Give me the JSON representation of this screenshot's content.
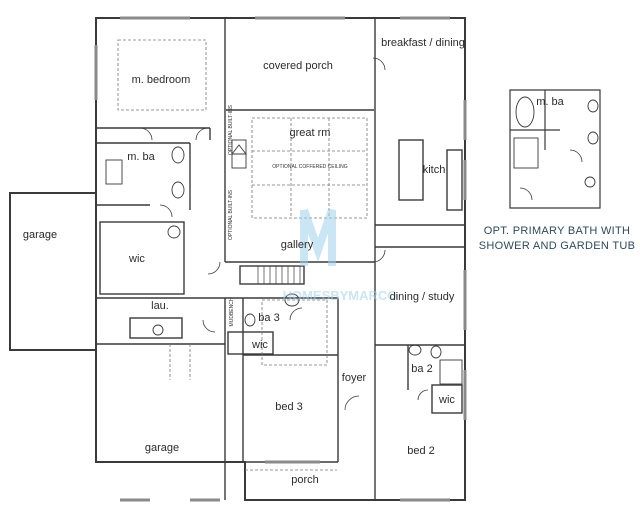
{
  "rooms": {
    "m_bedroom": "m. bedroom",
    "covered_porch": "covered porch",
    "breakfast_dining": "breakfast / dining",
    "great_rm": "great rm",
    "optional_coffered_ceiling": "OPTIONAL COFFERED CEILING",
    "optional_built_ins": "OPTIONAL BUILT-INS",
    "kitch": "kitch",
    "m_ba": "m. ba",
    "garage_side": "garage",
    "wic_master": "wic",
    "gallery": "gallery",
    "lau": "lau.",
    "mudbench": "MUDBENCH",
    "ba_3": "ba 3",
    "wic_bed3": "wic",
    "dining_study": "dining / study",
    "foyer": "foyer",
    "ba_2": "ba 2",
    "wic_bed2": "wic",
    "bed_3": "bed 3",
    "garage_main": "garage",
    "bed_2": "bed 2",
    "porch": "porch"
  },
  "inset": {
    "m_ba": "m. ba",
    "caption_line1": "OPT. PRIMARY BATH WITH",
    "caption_line2": "SHOWER AND GARDEN TUB"
  },
  "watermark": "HOMESBYMARCO",
  "colors": {
    "wall": "#3a3a3a",
    "window": "#8a8a8a",
    "dashed": "#777777",
    "watermark": "#9fd0ea",
    "caption": "#2e4a5e"
  }
}
